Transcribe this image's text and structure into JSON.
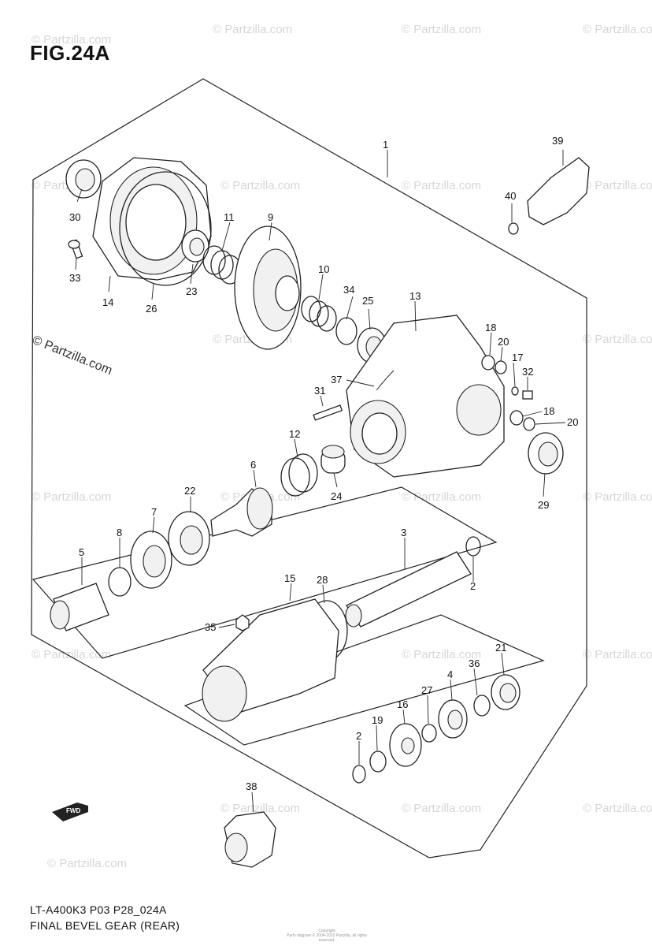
{
  "figure": {
    "title": "FIG.24A",
    "model_code": "LT-A400K3 P03 P28_024A",
    "name": "FINAL BEVEL GEAR (REAR)"
  },
  "watermark": {
    "text": "© Partzilla.com",
    "side_text": "© Partzilla.com"
  },
  "copyright": {
    "line1": "Copyright",
    "line2": "Parts diagram © 2004-2020 Partzilla, all rights reserved."
  },
  "direction_badge": "FWD",
  "callouts": [
    "1",
    "2",
    "2",
    "3",
    "4",
    "5",
    "6",
    "7",
    "8",
    "9",
    "10",
    "11",
    "12",
    "13",
    "14",
    "15",
    "16",
    "17",
    "18",
    "18",
    "19",
    "20",
    "20",
    "21",
    "22",
    "23",
    "24",
    "25",
    "26",
    "27",
    "28",
    "29",
    "30",
    "31",
    "32",
    "33",
    "34",
    "35",
    "36",
    "37",
    "38",
    "39",
    "40"
  ]
}
